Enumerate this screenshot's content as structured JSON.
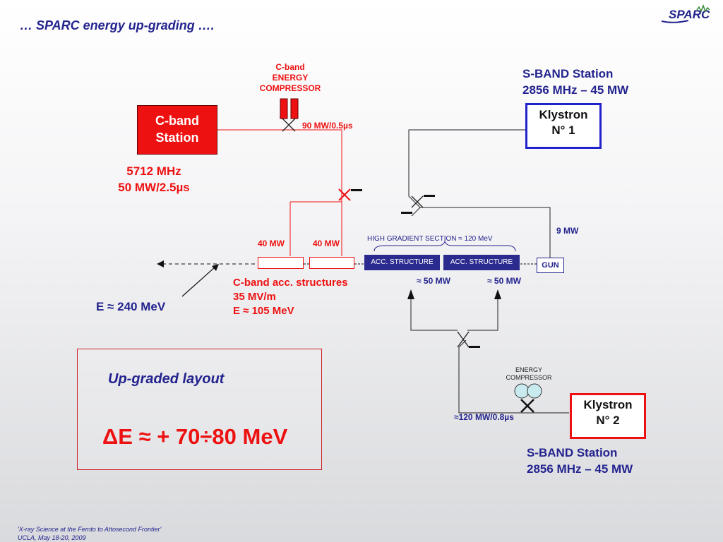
{
  "slide": {
    "title": "… SPARC energy up-grading ….",
    "logo_text": "SPARC",
    "footer_line1": "'X-ray Science at the Femto to Attosecond Frontier'",
    "footer_line2": "UCLA, May 18-20, 2009"
  },
  "cband": {
    "compressor_line1": "C-band",
    "compressor_line2": "ENERGY",
    "compressor_line3": "COMPRESSOR",
    "station_line1": "C-band",
    "station_line2": "Station",
    "freq": "5712 MHz",
    "power": "50 MW/2.5µs",
    "compressed_power": "90 MW/0.5µs",
    "struct_power_1": "40 MW",
    "struct_power_2": "40 MW",
    "struct_label_1": "C-band acc. structures",
    "struct_label_2": "35 MV/m",
    "struct_label_3": "E ≈ 105 MeV"
  },
  "sband1": {
    "station_line1": "S-BAND Station",
    "station_line2": "2856 MHz – 45 MW",
    "klystron_line1": "Klystron",
    "klystron_line2": "N° 1",
    "gun_power": "9 MW"
  },
  "sband2": {
    "station_line1": "S-BAND Station",
    "station_line2": "2856 MHz – 45 MW",
    "klystron_line1": "Klystron",
    "klystron_line2": "N° 2",
    "compressor_line1": "ENERGY",
    "compressor_line2": "COMPRESSOR",
    "compressed_power": "≈120 MW/0.8µs"
  },
  "linac": {
    "high_gradient": "HIGH GRADIENT SECTION  ≈ 120 MeV",
    "acc1": "ACC. STRUCTURE",
    "acc2": "ACC. STRUCTURE",
    "gun": "GUN",
    "acc1_power": "≈ 50 MW",
    "acc2_power": "≈ 50 MW",
    "final_energy": "E ≈ 240 MeV"
  },
  "summary": {
    "heading": "Up-graded layout",
    "gain": "ΔE ≈ + 70÷80 MeV"
  },
  "colors": {
    "red": "#ee1111",
    "blue": "#23238e",
    "acc_fill": "#2b2b8f",
    "klystron1_border": "#2222cc"
  }
}
